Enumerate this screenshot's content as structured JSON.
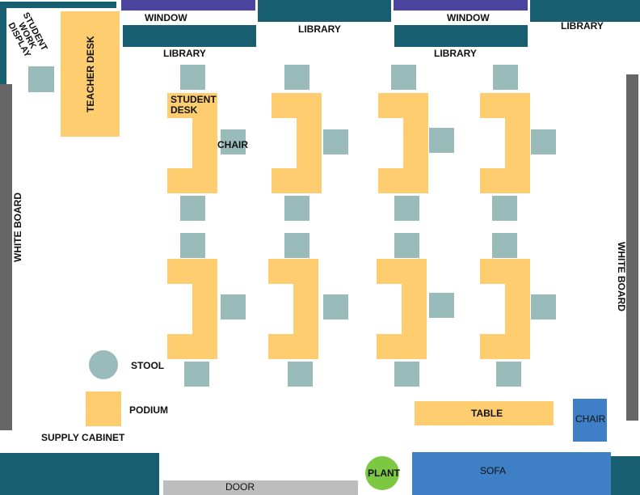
{
  "labels": {
    "window": "WINDOW",
    "library": "LIBRARY",
    "student_work_display": [
      "STUDENT",
      "WORK",
      "DISPLAY"
    ],
    "teacher_desk": "TEACHER DESK",
    "student_desk": [
      "STUDENT",
      "DESK"
    ],
    "chair": "CHAIR",
    "white_board": "WHITE BOARD",
    "stool": "STOOL",
    "podium": "PODIUM",
    "supply_cabinet": "SUPPLY CABINET",
    "table": "TABLE",
    "sofa": "SOFA",
    "plant": "PLANT",
    "door": "DOOR"
  },
  "colors": {
    "library": "#175f70",
    "window": "#4b45a0",
    "desk": "#fdcd6f",
    "chair": "#99bbb9",
    "white_board": "#666666",
    "sofa": "#3f7fc6",
    "door": "#bdbdbd",
    "plant": "#7cc843"
  }
}
